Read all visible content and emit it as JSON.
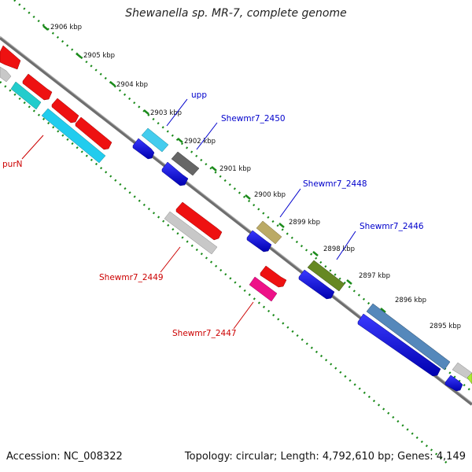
{
  "title": "Shewanella sp. MR-7, complete genome",
  "accession": "Accession: NC_008322",
  "summary": "Topology: circular; Length: 4,792,610 bp; Genes: 4,149",
  "ticks": [
    "2906 kbp",
    "2905 kbp",
    "2904 kbp",
    "2903 kbp",
    "2902 kbp",
    "2901 kbp",
    "2900 kbp",
    "2899 kbp",
    "2898 kbp",
    "2897 kbp",
    "2896 kbp",
    "2895 kbp"
  ],
  "genes": {
    "upp": {
      "label": "upp",
      "color": "#0000cc"
    },
    "shewmr7_2450": {
      "label": "Shewmr7_2450",
      "color": "#0000cc"
    },
    "shewmr7_2448": {
      "label": "Shewmr7_2448",
      "color": "#0000cc"
    },
    "shewmr7_2446": {
      "label": "Shewmr7_2446",
      "color": "#0000cc"
    },
    "purN": {
      "label": "purN",
      "color": "#cc0000"
    },
    "shewmr7_2449": {
      "label": "Shewmr7_2449",
      "color": "#cc0000"
    },
    "shewmr7_2447": {
      "label": "Shewmr7_2447",
      "color": "#cc0000"
    }
  },
  "colors": {
    "backbone": "#7a7a7a",
    "tick_dots": "#1a8a1a",
    "forward_label": "#0000cc",
    "reverse_label": "#cc0000"
  }
}
